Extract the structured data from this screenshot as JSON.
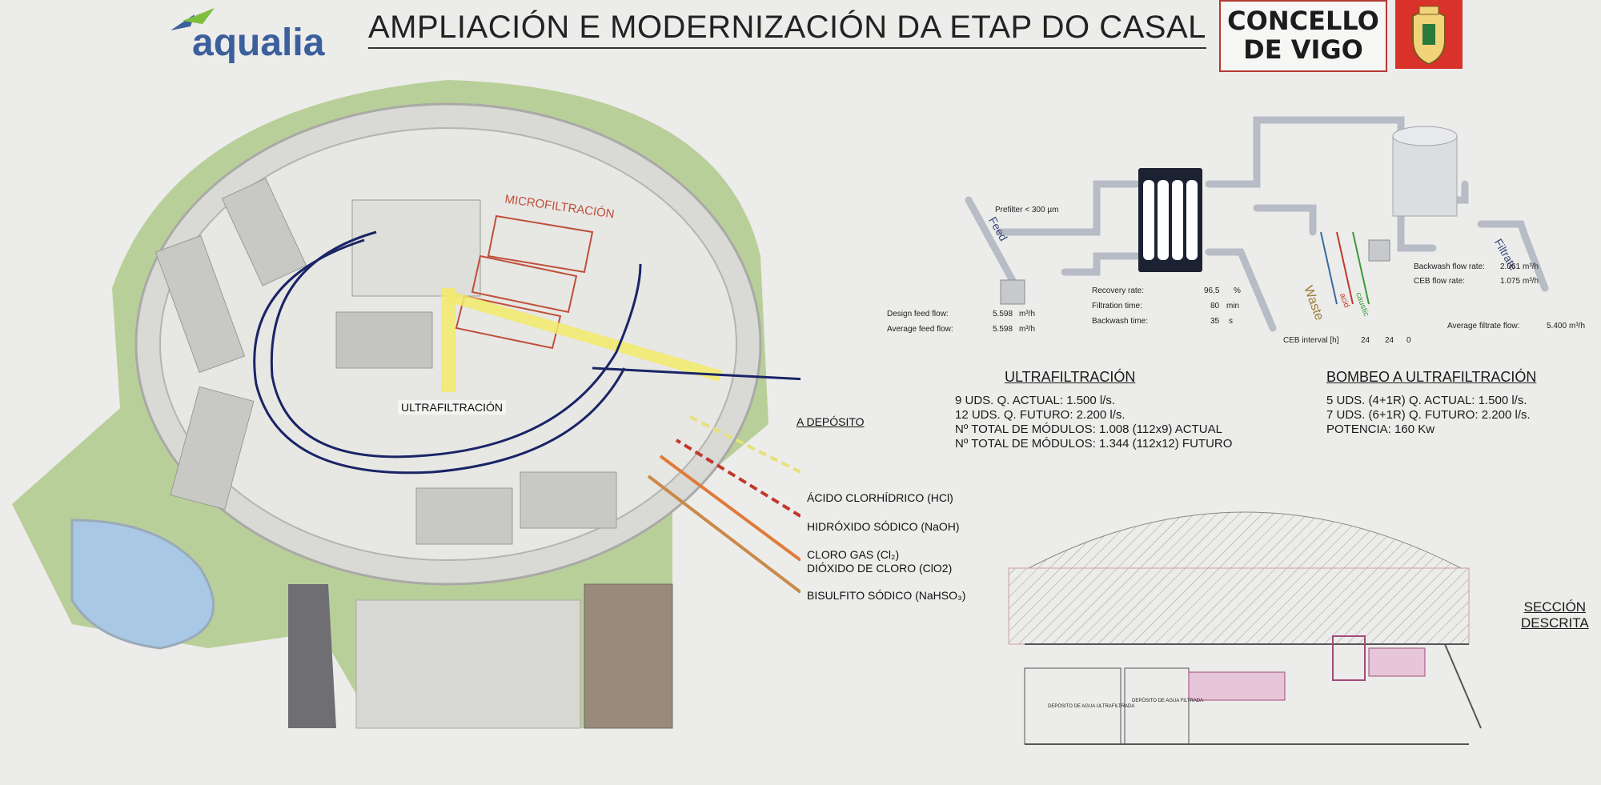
{
  "header": {
    "title": "AMPLIACIÓN E MODERNIZACIÓN DA ETAP DO CASAL",
    "brand": "aqualia",
    "concello_line1": "CONCELLO",
    "concello_line2": "DE VIGO"
  },
  "plant": {
    "microfiltracion": "MICROFILTRACIÓN",
    "ultrafiltracion": "ULTRAFILTRACIÓN",
    "a_deposito": "A DEPÓSITO"
  },
  "chemicals": [
    {
      "label": "ÁCIDO CLORHÍDRICO (HCl)",
      "color": "#e8e07a"
    },
    {
      "label": "HIDRÓXIDO SÓDICO (NaOH)",
      "color": "#c0392b"
    },
    {
      "label": "CLORO GAS (Cl₂)",
      "color": "#e07a3a"
    },
    {
      "label": "DIÓXIDO DE CLORO (ClO2)",
      "color": ""
    },
    {
      "label": "BISULFITO SÓDICO (NaHSO₃)",
      "color": "#c98a4a"
    }
  ],
  "flow_diagram": {
    "prefilter": "Prefilter < 300 µm",
    "feed": "Feed",
    "waste": "Waste",
    "filtrate": "Filtrate",
    "design_feed_flow_label": "Design feed flow:",
    "design_feed_flow_value": "5.598",
    "average_feed_flow_label": "Average feed flow:",
    "average_feed_flow_value": "5.598",
    "flow_unit": "m³/h",
    "recovery_rate_label": "Recovery rate:",
    "recovery_rate_value": "96,5",
    "recovery_rate_unit": "%",
    "filtration_time_label": "Filtration time:",
    "filtration_time_value": "80",
    "filtration_time_unit": "min",
    "backwash_time_label": "Backwash time:",
    "backwash_time_value": "35",
    "backwash_time_unit": "s",
    "ceb_interval_label": "CEB interval [h]",
    "ceb_interval_values": [
      "24",
      "24",
      "0"
    ],
    "backwash_flow_rate_label": "Backwash flow rate:",
    "backwash_flow_rate_value": "2.061",
    "ceb_flow_rate_label": "CEB flow rate:",
    "ceb_flow_rate_value": "1.075",
    "average_filtrate_flow_label": "Average filtrate flow:",
    "average_filtrate_flow_value": "5.400",
    "chem_acid": "acid",
    "chem_caustic": "caustic"
  },
  "ultrafiltracion_specs": {
    "title": "ULTRAFILTRACIÓN",
    "lines": [
      "9 UDS. Q. ACTUAL: 1.500 l/s.",
      "12 UDS. Q. FUTURO: 2.200 l/s.",
      "Nº TOTAL DE MÓDULOS: 1.008 (112x9) ACTUAL",
      "Nº TOTAL DE MÓDULOS: 1.344 (112x12) FUTURO"
    ]
  },
  "bombeo_specs": {
    "title": "BOMBEO A ULTRAFILTRACIÓN",
    "lines": [
      "5 UDS. (4+1R) Q. ACTUAL: 1.500 l/s.",
      "7 UDS. (6+1R) Q. FUTURO: 2.200 l/s.",
      "POTENCIA: 160 Kw"
    ]
  },
  "section": {
    "title_line1": "SECCIÓN",
    "title_line2": "DESCRITA",
    "tank1": "DEPÓSITO DE AGUA ULTRAFILTRADA",
    "tank2": "DEPÓSITO DE AGUA FILTRADA"
  }
}
